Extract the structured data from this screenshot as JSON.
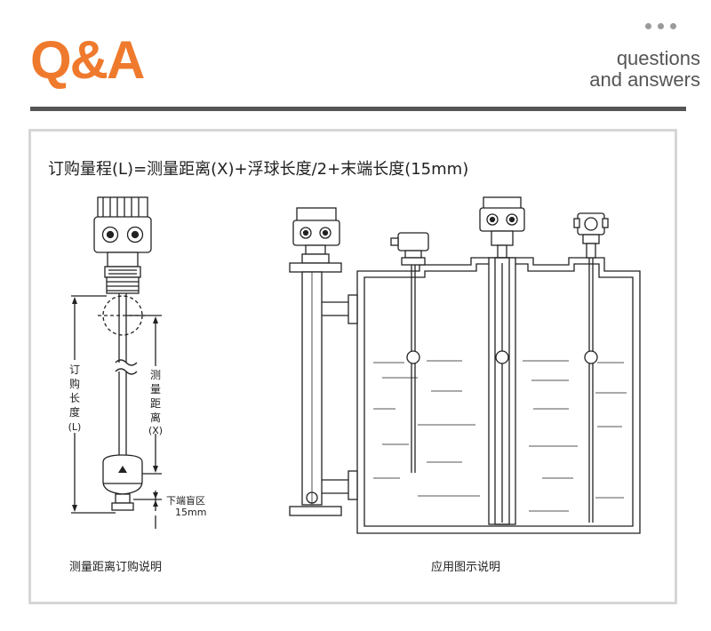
{
  "header": {
    "logo_text": "Q&A",
    "subtitle_line1": "questions",
    "subtitle_line2": "and answers",
    "accent_color": "#ef7a2d"
  },
  "formula": "订购量程(L)=测量距离(X)+浮球长度/2+末端长度(15mm)",
  "left_diagram": {
    "label_order": "订购长度(L)",
    "label_order_chars": [
      "订",
      "购",
      "长",
      "度",
      "(L)"
    ],
    "label_measure": "测量距离(X)",
    "label_measure_chars": [
      "测",
      "量",
      "距",
      "离",
      "(X)"
    ],
    "blind_zone_line1": "下端盲区",
    "blind_zone_line2": "15mm",
    "caption": "测量距离订购说明"
  },
  "right_diagram": {
    "caption": "应用图示说明"
  }
}
